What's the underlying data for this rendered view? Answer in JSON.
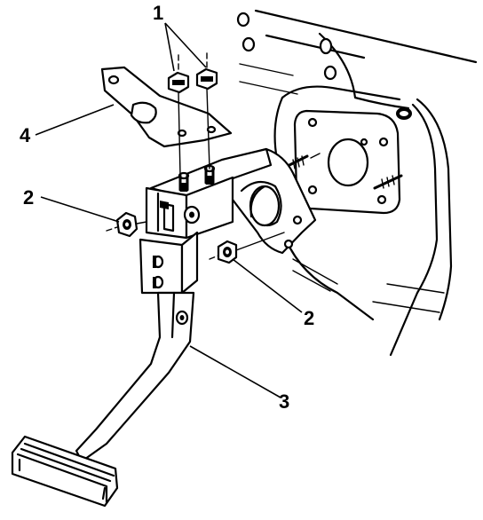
{
  "diagram": {
    "callouts": [
      {
        "id": "1",
        "label": "1"
      },
      {
        "id": "2a",
        "label": "2"
      },
      {
        "id": "2b",
        "label": "2"
      },
      {
        "id": "3",
        "label": "3"
      },
      {
        "id": "4",
        "label": "4"
      }
    ]
  }
}
